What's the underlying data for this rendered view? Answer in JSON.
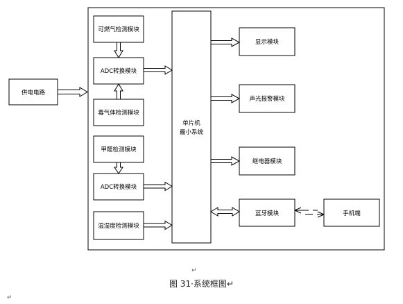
{
  "diagram": {
    "blocks": {
      "power": "供电电路",
      "combustible_gas": "可燃气检测模块",
      "adc_top": "ADC转换模块",
      "toxic_gas": "毒气体检测模块",
      "formaldehyde": "甲醛检测模块",
      "adc_bottom": "ADC转换模块",
      "temp_humidity": "温湿度检测模块",
      "mcu_line1": "单片机",
      "mcu_line2": "最小系统",
      "display": "显示模块",
      "alarm": "声光报警模块",
      "relay": "继电器模块",
      "bluetooth": "蓝牙模块",
      "phone": "手机端"
    }
  },
  "caption": "图 31·系统框图↵",
  "marks": {
    "return_mark": "↵",
    "corner_mark": "↵"
  }
}
